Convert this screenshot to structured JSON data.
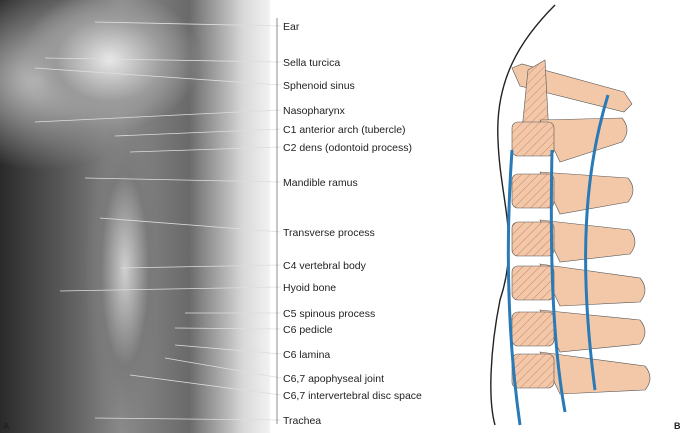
{
  "panel_a": {
    "letter": "A",
    "labels": [
      "Ear",
      "Sella turcica",
      "Sphenoid sinus",
      "Nasopharynx",
      "C1 anterior arch (tubercle)",
      "C2 dens (odontoid process)",
      "Mandible ramus",
      "Transverse process",
      "C4 vertebral body",
      "Hyoid bone",
      "C5 spinous process",
      "C6 pedicle",
      "C6 lamina",
      "C6,7 apophyseal joint",
      "C6,7 intervertebral disc space",
      "Trachea"
    ]
  },
  "panel_b": {
    "letter": "B"
  },
  "colors": {
    "bone": "#f3c8a8",
    "line": "#2a7ab8",
    "outline": "#222222"
  }
}
